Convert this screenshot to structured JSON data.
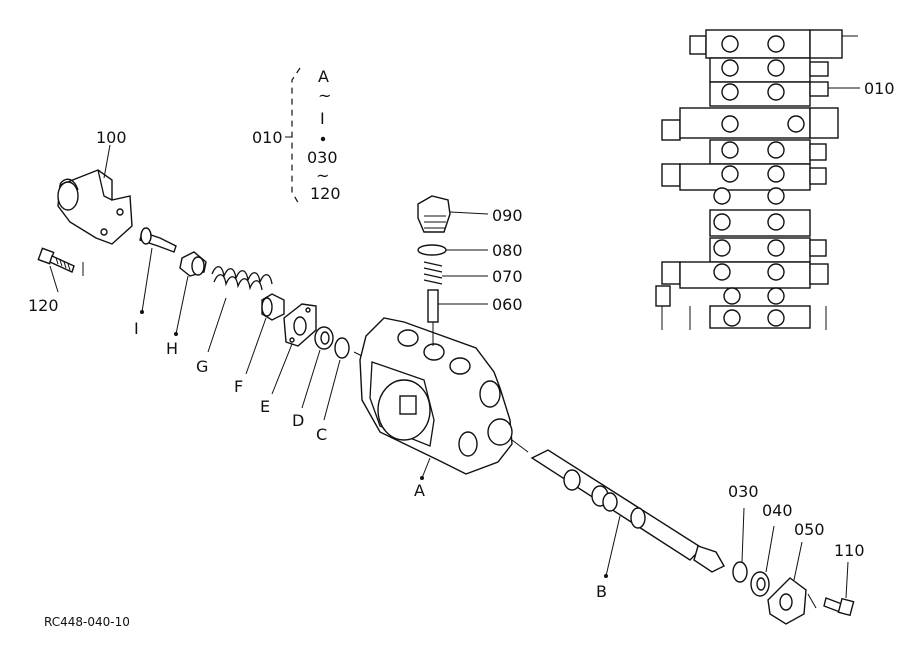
{
  "range_group": {
    "code": "010",
    "line1": "A",
    "tilde1": "~",
    "line2": "I",
    "line3": "030",
    "tilde2": "~",
    "line4": "120"
  },
  "labels": {
    "p100": "100",
    "p120": "120",
    "pI": "I",
    "pH": "H",
    "pG": "G",
    "pF": "F",
    "pE": "E",
    "pD": "D",
    "pC": "C",
    "pA": "A",
    "pB": "B",
    "p090": "090",
    "p080": "080",
    "p070": "070",
    "p060": "060",
    "p010": "010",
    "p030": "030",
    "p040": "040",
    "p050": "050",
    "p110": "110"
  },
  "reference_code": "RC448-040-10"
}
